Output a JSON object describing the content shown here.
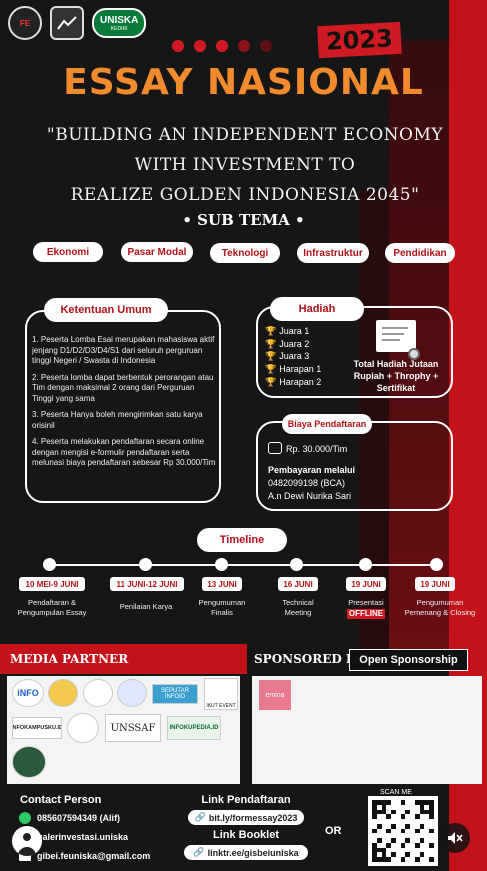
{
  "header": {
    "year": "2023",
    "title": "ESSAY NASIONAL",
    "subtitle_line1": "\"BUILDING AN INDEPENDENT ECONOMY WITH INVESTMENT TO",
    "subtitle_line2": "REALIZE GOLDEN INDONESIA 2045\"",
    "logo_uniska_line1": "UNISKA",
    "logo_uniska_line2": "KEDIRI",
    "logo_left_text": "FE"
  },
  "sub_tema": {
    "title": "• SUB TEMA •",
    "items": [
      "Ekonomi",
      "Pasar Modal",
      "Teknologi",
      "Infrastruktur",
      "Pendidikan"
    ]
  },
  "ketentuan": {
    "title": "Ketentuan Umum",
    "rules": [
      "1. Peserta Lomba Esai merupakan mahasiswa aktif jenjang D1/D2/D3/D4/S1 dari seluruh perguruan tinggi Negeri / Swasta di Indonesia",
      "2. Peserta lomba dapat berbentuk perorangan atau Tim dengan maksimal 2 orang dari Perguruan Tinggi yang sama",
      "3. Peserta Hanya boleh mengirimkan satu karya orisinil",
      "4. Peserta melakukan pendaftaran secara online dengan mengisi e-formulir pendaftaran serta melunasi biaya pendaftaran sebesar Rp 30.000/Tim"
    ]
  },
  "hadiah": {
    "title": "Hadiah",
    "items": [
      "Juara 1",
      "Juara 2",
      "Juara 3",
      "Harapan 1",
      "Harapan 2"
    ],
    "total": "Total Hadiah Jutaan Rupiah + Throphy + Sertifikat"
  },
  "biaya": {
    "title": "Biaya Pendaftaran",
    "fee": "Rp. 30.000/Tim",
    "payment_title": "Pembayaran melalui",
    "account": "0482099198 (BCA)",
    "holder": "A.n Dewi Nurika Sari"
  },
  "timeline": {
    "title": "Timeline",
    "events": [
      {
        "date": "10 MEI-9 JUNI",
        "label": "Pendaftaran & Pengumpulan Essay"
      },
      {
        "date": "11 JUNI-12 JUNI",
        "label": "Penilaian Karya"
      },
      {
        "date": "13 JUNI",
        "label": "Pengumuman Finalis"
      },
      {
        "date": "16 JUNI",
        "label": "Technical Meeting"
      },
      {
        "date": "19 JUNI",
        "label": "Presentasi",
        "tag": "OFFLINE"
      },
      {
        "date": "19 JUNI",
        "label": "Pengumuman Pemenang & Closing"
      }
    ]
  },
  "media_partner": {
    "title": "MEDIA PARTNER",
    "logos": [
      "iNFO",
      "UNSSAF",
      "INFOKAMPUSKU.ID",
      "INFOKUPEDIA.ID",
      "SEPUTAR INFOID",
      "IKUT EVENT"
    ]
  },
  "sponsor": {
    "title": "SPONSORED BY",
    "open_label": "Open Sponsorship",
    "sponsor_logo": "emina"
  },
  "contact": {
    "title": "Contact Person",
    "phone": "085607594349 (Alif)",
    "instagram": "galerinvestasi.uniska",
    "email": "gibei.feuniska@gmail.com"
  },
  "links": {
    "register_title": "Link Pendaftaran",
    "register_url": "bit.ly/formessay2023",
    "booklet_title": "Link Booklet",
    "booklet_url": "linktr.ee/gisbeiuniska",
    "or": "OR",
    "scan_label": "SCAN ME"
  },
  "colors": {
    "accent_red": "#c4121a",
    "title_orange": "#f28a2e",
    "background": "#161616"
  },
  "icons": [
    "trophy-icon",
    "certificate-icon",
    "hand-money-icon",
    "whatsapp-icon",
    "instagram-icon",
    "mail-icon",
    "link-icon",
    "qr-code",
    "mute-icon",
    "avatar-icon"
  ]
}
